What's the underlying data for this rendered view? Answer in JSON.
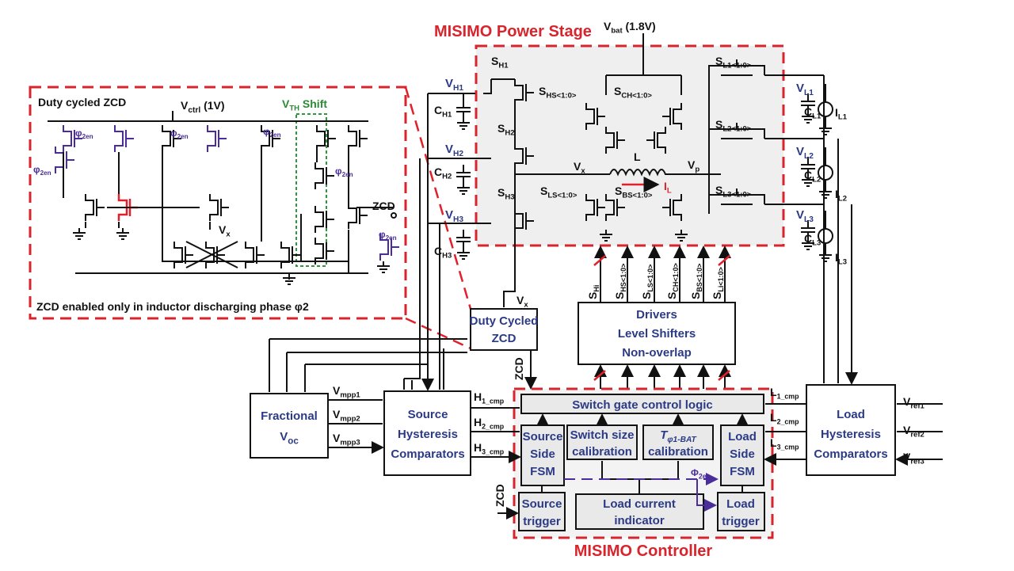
{
  "zcd": {
    "title": "Duty cycled ZCD",
    "vctrl": {
      "base": "V",
      "sub": "ctrl",
      "tail": " (1V)"
    },
    "vth": {
      "base": "V",
      "sub": "TH",
      "tail": " Shift"
    },
    "phi": {
      "base": "φ",
      "sub": "2en"
    },
    "zcd_out": "ZCD",
    "vx": {
      "base": "V",
      "sub": "x"
    },
    "footer": "ZCD enabled only in inductor discharging phase φ2"
  },
  "power_stage": {
    "title": "MISIMO Power Stage",
    "vbat": {
      "base": "V",
      "sub": "bat",
      "tail": " (1.8V)"
    },
    "vh1": {
      "base": "V",
      "sub": "H1"
    },
    "vh2": {
      "base": "V",
      "sub": "H2"
    },
    "vh3": {
      "base": "V",
      "sub": "H3"
    },
    "ch1": {
      "base": "C",
      "sub": "H1"
    },
    "ch2": {
      "base": "C",
      "sub": "H2"
    },
    "ch3": {
      "base": "C",
      "sub": "H3"
    },
    "sh1": {
      "base": "S",
      "sub": "H1"
    },
    "sh2": {
      "base": "S",
      "sub": "H2"
    },
    "sh3": {
      "base": "S",
      "sub": "H3"
    },
    "shs": {
      "base": "S",
      "sub": "HS<1:0>"
    },
    "sch": {
      "base": "S",
      "sub": "CH<1:0>"
    },
    "sls": {
      "base": "S",
      "sub": "LS<1:0>"
    },
    "sbs": {
      "base": "S",
      "sub": "BS<1:0>"
    },
    "vx": {
      "base": "V",
      "sub": "x"
    },
    "l": "L",
    "vp": {
      "base": "V",
      "sub": "p"
    },
    "il": {
      "base": "I",
      "sub": "L"
    },
    "sl1": {
      "base": "S",
      "sub": "L1<1:0>"
    },
    "sl2": {
      "base": "S",
      "sub": "L2<1:0>"
    },
    "sl3": {
      "base": "S",
      "sub": "L3<1:0>"
    },
    "vl1": {
      "base": "V",
      "sub": "L1"
    },
    "vl2": {
      "base": "V",
      "sub": "L2"
    },
    "vl3": {
      "base": "V",
      "sub": "L3"
    },
    "cl1": {
      "base": "C",
      "sub": "L1"
    },
    "cl2": {
      "base": "C",
      "sub": "L2"
    },
    "cl3": {
      "base": "C",
      "sub": "L3"
    },
    "il1": {
      "base": "I",
      "sub": "L1"
    },
    "il2": {
      "base": "I",
      "sub": "L2"
    },
    "il3": {
      "base": "I",
      "sub": "L3"
    }
  },
  "drivers": {
    "lines": [
      "Drivers",
      "Level Shifters",
      "Non-overlap"
    ],
    "signals": [
      {
        "base": "S",
        "sub": "Hi"
      },
      {
        "base": "S",
        "sub": "HS<1:0>"
      },
      {
        "base": "S",
        "sub": "LS<1:0>"
      },
      {
        "base": "S",
        "sub": "CH<1:0>"
      },
      {
        "base": "S",
        "sub": "BS<1:0>"
      },
      {
        "base": "S",
        "sub": "Li<1:0>"
      }
    ]
  },
  "duty_zcd": {
    "vx": {
      "base": "V",
      "sub": "x"
    },
    "lines": [
      "Duty Cycled",
      "ZCD"
    ],
    "zcd": "ZCD"
  },
  "fractional": {
    "lines": [
      "Fractional"
    ],
    "voc": {
      "base": "V",
      "sub": "oc"
    }
  },
  "vmpp": [
    {
      "base": "V",
      "sub": "mpp1"
    },
    {
      "base": "V",
      "sub": "mpp2"
    },
    {
      "base": "V",
      "sub": "mpp3"
    }
  ],
  "source_hyst": {
    "lines": [
      "Source",
      "Hysteresis",
      "Comparators"
    ]
  },
  "hcmp": [
    {
      "base": "H",
      "sub": "1_cmp"
    },
    {
      "base": "H",
      "sub": "2_cmp"
    },
    {
      "base": "H",
      "sub": "3_cmp"
    }
  ],
  "controller": {
    "title": "MISIMO Controller",
    "switch_logic": "Switch gate control logic",
    "source_fsm": [
      "Source",
      "Side",
      "FSM"
    ],
    "switch_cal": [
      "Switch size",
      "calibration"
    ],
    "t_cal": {
      "base": "T",
      "sub": "φ1-BAT",
      "line2": "calibration"
    },
    "load_fsm": [
      "Load",
      "Side",
      "FSM"
    ],
    "source_trigger": [
      "Source",
      "trigger"
    ],
    "load_current": [
      "Load current",
      "indicator"
    ],
    "load_trigger": [
      "Load",
      "trigger"
    ],
    "phi": {
      "base": "Φ",
      "sub": "2en"
    },
    "zcd": "ZCD"
  },
  "load_hyst": {
    "lines": [
      "Load",
      "Hysteresis",
      "Comparators"
    ]
  },
  "lcmp": [
    {
      "base": "L",
      "sub": "1_cmp"
    },
    {
      "base": "L",
      "sub": "2_cmp"
    },
    {
      "base": "L",
      "sub": "3_cmp"
    }
  ],
  "vref": [
    {
      "base": "V",
      "sub": "ref1"
    },
    {
      "base": "V",
      "sub": "ref2"
    },
    {
      "base": "V",
      "sub": "ref3"
    }
  ],
  "colors": {
    "red": "#d8242c",
    "blue_text": "#2b3a84",
    "phase_purple": "#4a2d9a",
    "green": "#2a8a34",
    "block_fill": "#e9e9e9"
  }
}
